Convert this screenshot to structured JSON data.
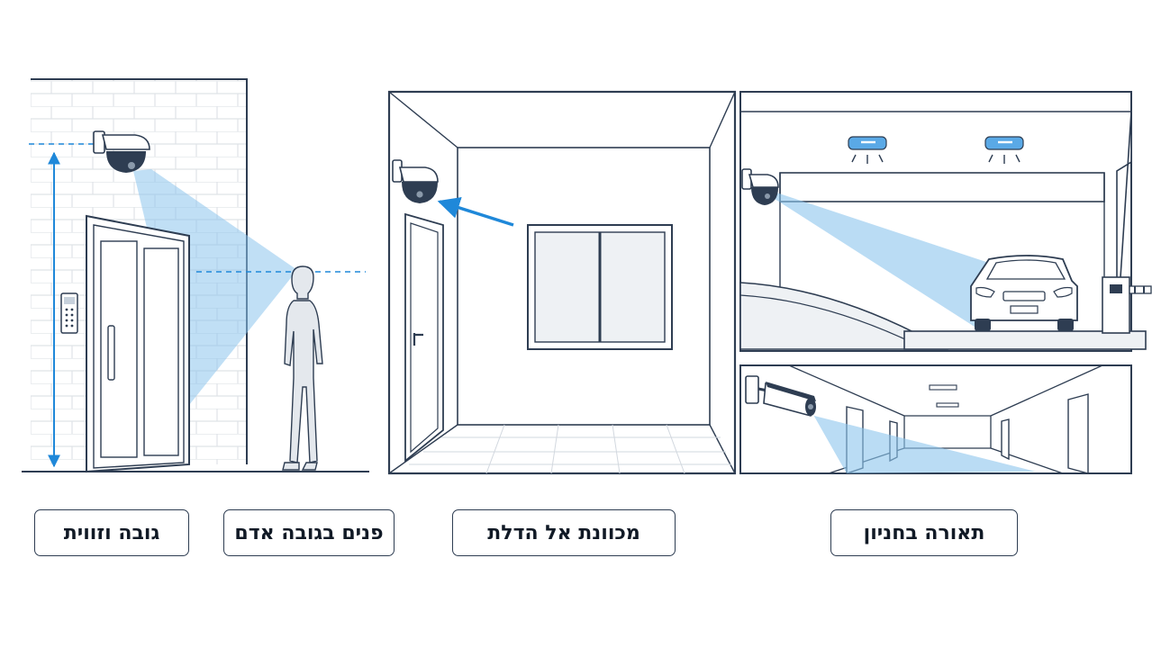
{
  "colors": {
    "outline": "#2e3d52",
    "beam": "#8cc4ec",
    "accent": "#1f88d9",
    "light_fixture": "#5aa9e6"
  },
  "captions": {
    "height_angle": "גובה וזווית",
    "face_height": "פנים בגובה אדם",
    "aimed_at_door": "מכוונת אל הדלת",
    "parking_lighting": "תאורה בחניון"
  },
  "icons": [
    "dome-camera-icon",
    "bullet-camera-icon",
    "ceiling-light-icon",
    "keypad-icon",
    "arrow-icon"
  ]
}
